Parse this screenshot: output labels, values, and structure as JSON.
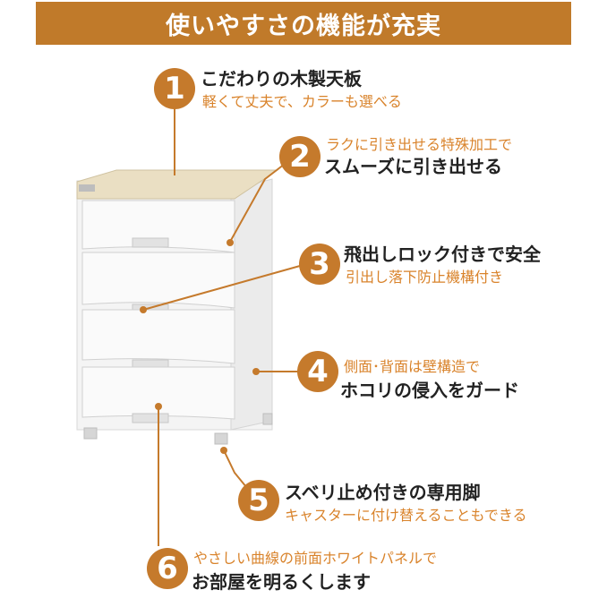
{
  "header": {
    "title": "使いやすさの機能が充実"
  },
  "colors": {
    "accent": "#c57a2c",
    "subtext": "#d9832b",
    "banner": "#c07a2a",
    "maintext": "#222222"
  },
  "features": [
    {
      "number": "1",
      "title": "こだわりの木製天板",
      "subtitle": "軽くて丈夫で、カラーも選べる"
    },
    {
      "number": "2",
      "subtitle": "ラクに引き出せる特殊加工で",
      "title": "スムーズに引き出せる"
    },
    {
      "number": "3",
      "title": "飛出しロック付きで安全",
      "subtitle": "引出し落下防止機構付き"
    },
    {
      "number": "4",
      "subtitle": "側面･背面は壁構造で",
      "title": "ホコリの侵入をガード"
    },
    {
      "number": "5",
      "title": "スベリ止め付きの専用脚",
      "subtitle": "キャスターに付け替えることもできる"
    },
    {
      "number": "6",
      "subtitle": "やさしい曲線の前面ホワイトパネルで",
      "title": "お部屋を明るくします"
    }
  ]
}
